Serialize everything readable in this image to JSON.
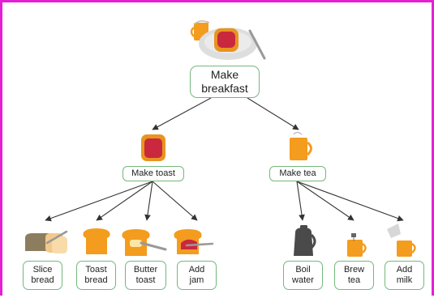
{
  "root": {
    "label": "Make\nbreakfast"
  },
  "branches": [
    {
      "label": "Make toast",
      "steps": [
        {
          "label": "Slice\nbread"
        },
        {
          "label": "Toast\nbread"
        },
        {
          "label": "Butter\ntoast"
        },
        {
          "label": "Add\njam"
        }
      ]
    },
    {
      "label": "Make tea",
      "steps": [
        {
          "label": "Boil\nwater"
        },
        {
          "label": "Brew\ntea"
        },
        {
          "label": "Add\nmilk"
        }
      ]
    }
  ],
  "colors": {
    "frame": "#e51fd3",
    "node_border": "#74b87c",
    "arrow": "#333333",
    "toast": "#f6a530",
    "jam": "#c9283e",
    "mug": "#f39c1e",
    "plate": "#dedede",
    "kettle": "#4a4a4a"
  }
}
